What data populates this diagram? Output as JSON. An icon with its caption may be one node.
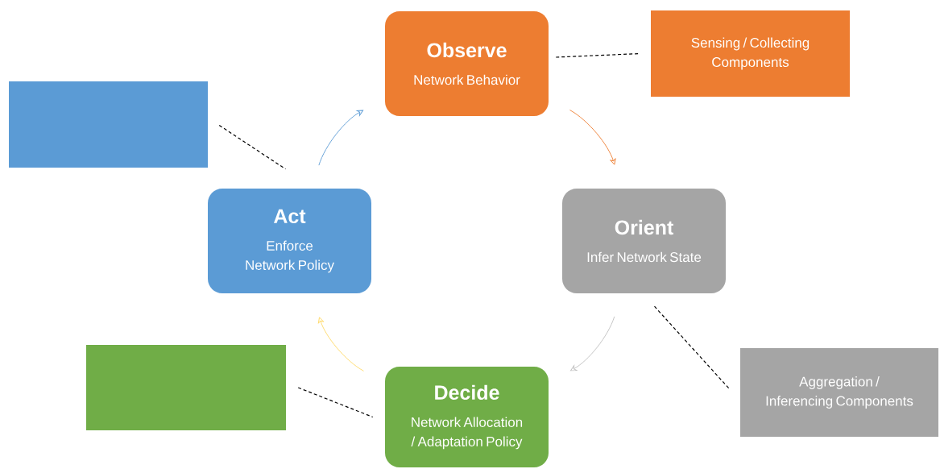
{
  "diagram": {
    "nodes": [
      {
        "text": [
          "Observe",
          "Network Behavior"
        ]
      },
      {
        "text": [
          "Orient",
          "Infer Network State"
        ]
      },
      {
        "text": [
          "Decide",
          "Network Allocation / Adaptation Policy"
        ]
      },
      {
        "text": [
          "Act",
          "Enforce Network Policy"
        ]
      },
      {
        "text": [
          "Sensing / Collecting Components"
        ]
      },
      {
        "text": [
          "Aggregation / Inferencing Components"
        ]
      },
      {
        "text": [],
        "shape": "box"
      },
      {
        "text": [],
        "shape": "box"
      }
    ],
    "edges": [
      {
        "from": 3,
        "to": 0,
        "arrow": "to",
        "color": "#5b9bd5"
      },
      {
        "from": 0,
        "to": 1,
        "arrow": "to",
        "color": "#ed7d31"
      },
      {
        "from": 1,
        "to": 2,
        "arrow": "to",
        "color": "#bfbfbf"
      },
      {
        "from": 2,
        "to": 3,
        "arrow": "to",
        "color": "#ffd966"
      },
      {
        "from": 0,
        "to": 4,
        "arrow": "none",
        "style": "dashed"
      },
      {
        "from": 6,
        "to": 3,
        "arrow": "none",
        "style": "dashed"
      },
      {
        "from": 1,
        "to": 5,
        "arrow": "none",
        "style": "dashed"
      },
      {
        "from": 7,
        "to": 2,
        "arrow": "none",
        "style": "dashed"
      }
    ]
  }
}
